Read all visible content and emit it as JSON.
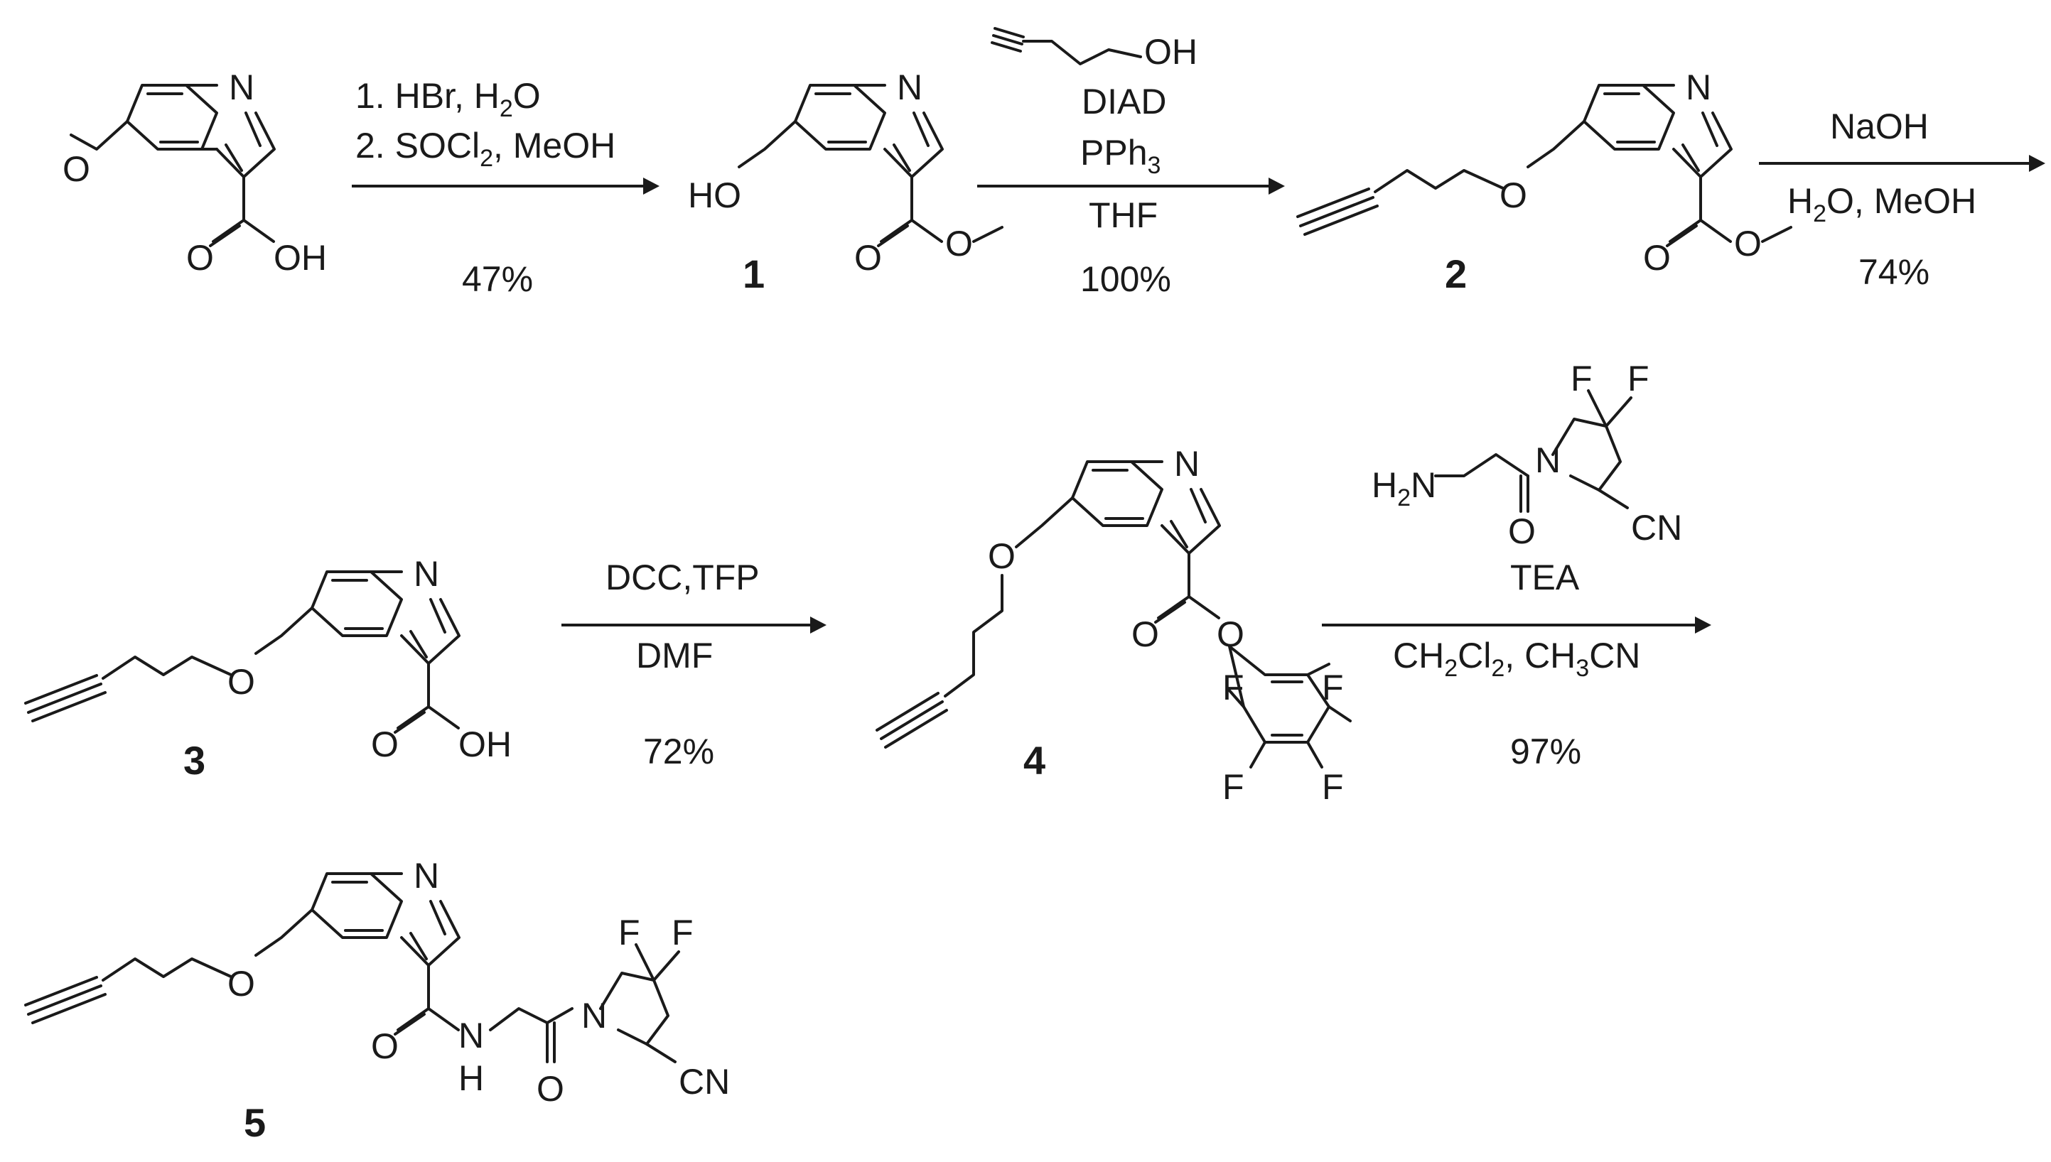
{
  "atoms": {
    "n": "N",
    "o": "O",
    "oh": "OH",
    "ho": "HO",
    "f": "F",
    "nh": "N",
    "h": "H",
    "cn": "CN",
    "h2n_h": "H",
    "h2n_2": "2",
    "h2n_n": "N"
  },
  "step1": {
    "reagent_1": "1. HBr, H",
    "reagent_1_sub": "2",
    "reagent_1_end": "O",
    "reagent_2": "2. SOCl",
    "reagent_2_sub": "2",
    "reagent_2_end": ", MeOH",
    "yield": "47%"
  },
  "step2": {
    "reagent_1": "DIAD",
    "reagent_2": "PPh",
    "reagent_2_sub": "3",
    "reagent_3": "THF",
    "yield": "100%"
  },
  "step3": {
    "reagent_1": "NaOH",
    "reagent_2_a": "H",
    "reagent_2_sub": "2",
    "reagent_2_b": "O, MeOH",
    "yield": "74%"
  },
  "step4": {
    "reagent_1": "DCC,TFP",
    "reagent_2": "DMF",
    "yield": "72%"
  },
  "step5": {
    "reagent_1": "TEA",
    "solvent_a": "CH",
    "solvent_sub1": "2",
    "solvent_b": "Cl",
    "solvent_sub2": "2",
    "solvent_c": ", CH",
    "solvent_sub3": "3",
    "solvent_d": "CN",
    "yield": "97%"
  },
  "compounds": {
    "c1": "1",
    "c2": "2",
    "c3": "3",
    "c4": "4",
    "c5": "5"
  }
}
